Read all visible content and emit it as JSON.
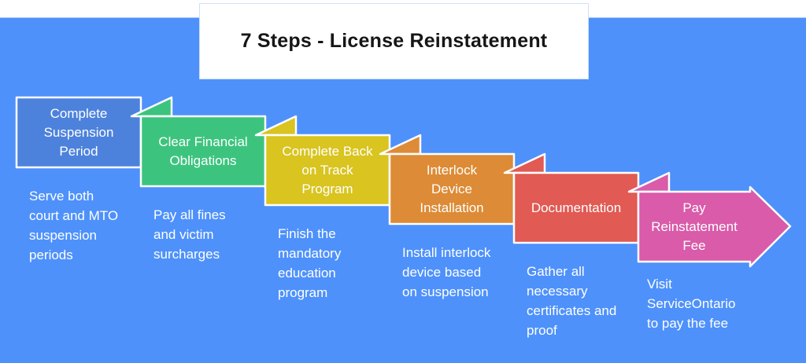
{
  "title": "7 Steps - License Reinstatement",
  "colors": {
    "background": "#4e91fb",
    "shape_border": "#ffffff",
    "title_text": "#161616",
    "body_text": "#ffffff"
  },
  "steps": [
    {
      "label": "Complete\nSuspension\nPeriod",
      "description": "Serve both\ncourt and MTO\nsuspension\nperiods",
      "color": "#4d82dc"
    },
    {
      "label": "Clear Financial\nObligations",
      "description": "Pay all fines\nand victim\nsurcharges",
      "color": "#3cc47e"
    },
    {
      "label": "Complete Back\non Track\nProgram",
      "description": "Finish the\nmandatory\neducation\nprogram",
      "color": "#d9c420"
    },
    {
      "label": "Interlock\nDevice\nInstallation",
      "description": "Install interlock\ndevice based\non suspension",
      "color": "#dd8b36"
    },
    {
      "label": "Documentation",
      "description": "Gather all\nnecessary\ncertificates and\nproof",
      "color": "#e15a53"
    },
    {
      "label": "Pay\nReinstatement\nFee",
      "description": "Visit\nServiceOntario\nto pay the fee",
      "color": "#d95ba9"
    }
  ]
}
